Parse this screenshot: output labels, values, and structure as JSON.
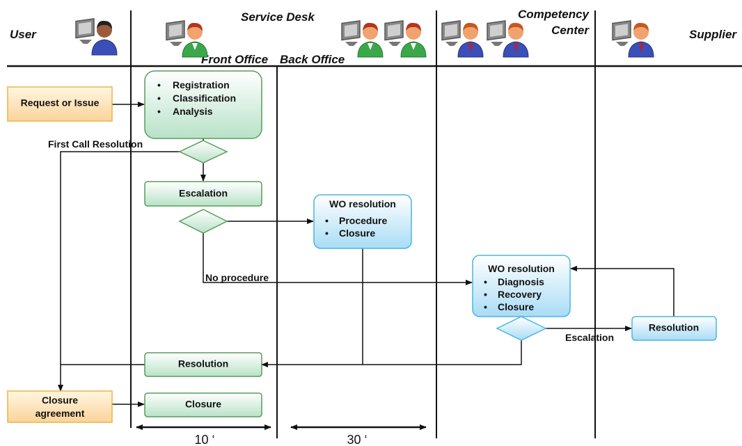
{
  "lanes": {
    "user": "User",
    "service_desk": "Service Desk",
    "front_office": "Front Office",
    "back_office": "Back Office",
    "competency_line1": "Competency",
    "competency_line2": "Center",
    "supplier": "Supplier"
  },
  "nodes": {
    "request": "Request or Issue",
    "registration_items": [
      "Registration",
      "Classification",
      "Analysis"
    ],
    "escalation": "Escalation",
    "wo1_title": "WO resolution",
    "wo1_items": [
      "Procedure",
      "Closure"
    ],
    "wo2_title": "WO resolution",
    "wo2_items": [
      "Diagnosis",
      "Recovery",
      "Closure"
    ],
    "supplier_resolution": "Resolution",
    "resolution": "Resolution",
    "closure": "Closure",
    "closure_agreement_line1": "Closure",
    "closure_agreement_line2": "agreement"
  },
  "edge_labels": {
    "first_call": "First Call Resolution",
    "no_procedure": "No procedure",
    "escalation": "Escalation"
  },
  "durations": {
    "front": "10 ‘",
    "back": "30 ‘"
  },
  "colors": {
    "green_border": "#5a9a5a",
    "blue_border": "#49b6e0",
    "orange_border": "#e8b64a"
  }
}
